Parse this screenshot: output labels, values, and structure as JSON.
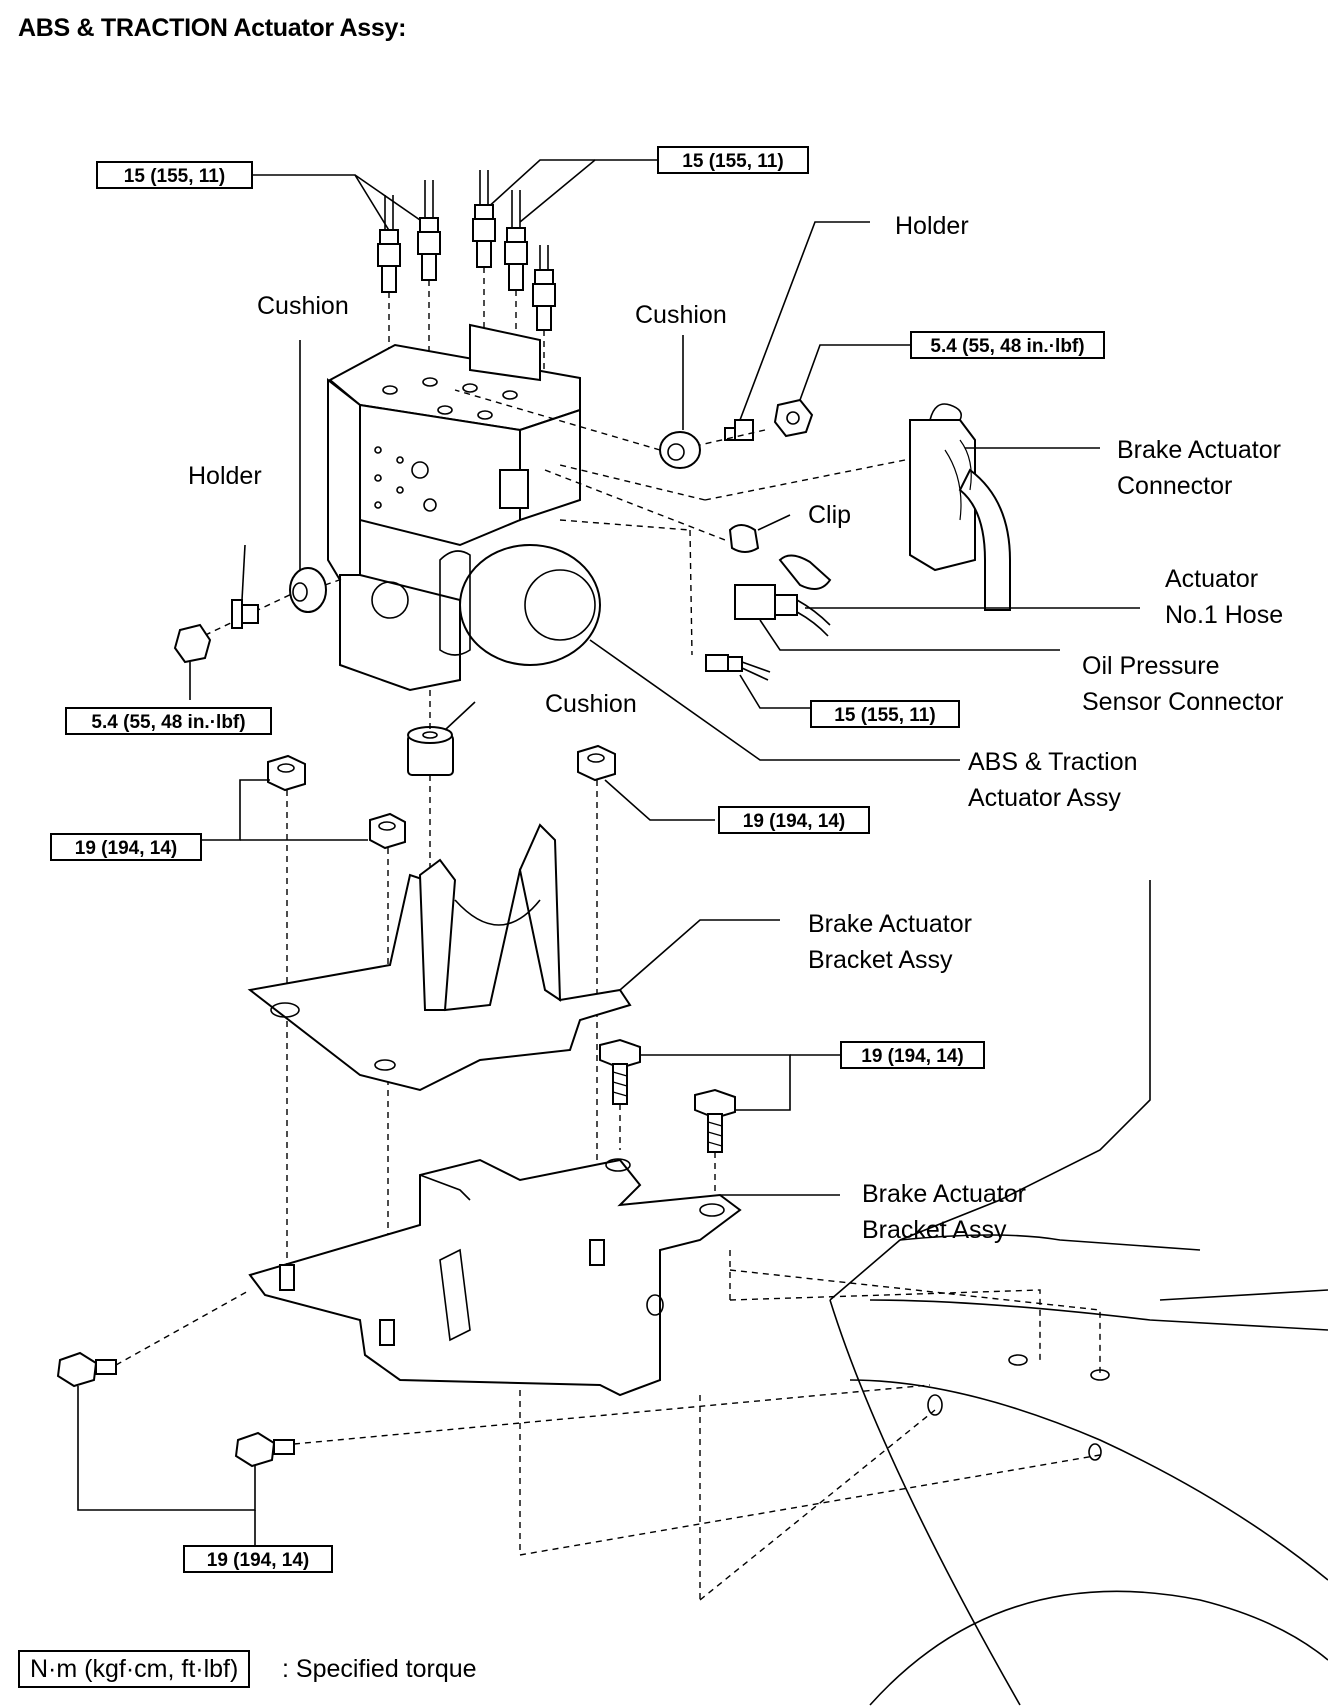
{
  "title": "ABS & TRACTION Actuator Assy:",
  "torque_boxes": {
    "brake_tube_left": "15 (155, 11)",
    "brake_tube_right": "15 (155, 11)",
    "holder_right": "5.4 (55, 48 in.·lbf)",
    "holder_left": "5.4 (55, 48 in.·lbf)",
    "oil_pressure_tube": "15 (155, 11)",
    "nut_right": "19 (194, 14)",
    "nuts_left": "19 (194, 14)",
    "bracket_bolts": "19 (194, 14)",
    "lower_bolts": "19 (194, 14)"
  },
  "labels": {
    "cushion_top_left": "Cushion",
    "cushion_top_right": "Cushion",
    "holder_top": "Holder",
    "holder_left": "Holder",
    "brake_actuator_connector": [
      "Brake  Actuator",
      "Connector"
    ],
    "clip": "Clip",
    "actuator_hose": [
      "Actuator",
      "No.1 Hose"
    ],
    "oil_pressure_sensor": [
      "Oil Pressure",
      "Sensor Connector"
    ],
    "cushion_bottom": "Cushion",
    "abs_actuator": [
      "ABS & Traction",
      "Actuator Assy"
    ],
    "bracket_upper": [
      "Brake Actuator",
      "Bracket Assy"
    ],
    "bracket_lower": [
      "Brake Actuator",
      "Bracket Assy"
    ]
  },
  "legend": {
    "units": "N·m (kgf·cm, ft·lbf)",
    "description": ": Specified torque"
  }
}
